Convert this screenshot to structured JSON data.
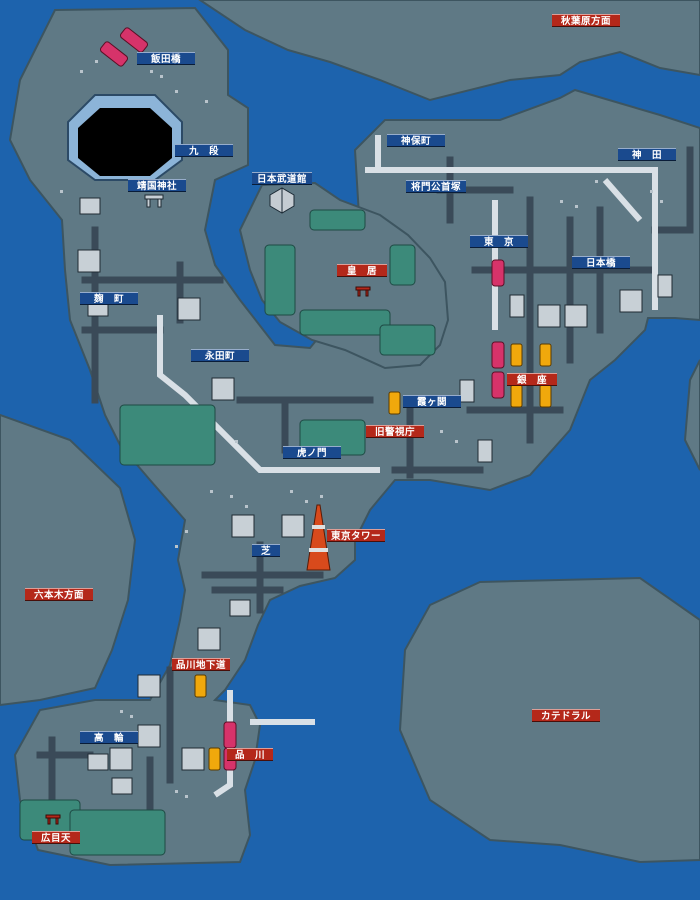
{
  "colors": {
    "water": "#1d63ad",
    "land": "#5f7985",
    "land_edge": "#3d5560",
    "label_blue": "#1a4a8e",
    "label_red": "#b4281a",
    "train": "#d6336a",
    "taxi": "#f0a80c"
  },
  "labels": {
    "akihabara": "秋葉原方面",
    "iidabashi": "飯田橋",
    "kudan": "九　段",
    "yasukuni": "靖国神社",
    "budokan": "日本武道館",
    "jimbocho": "神保町",
    "kanda": "神　田",
    "masakado": "将門公首塚",
    "tokyo": "東　京",
    "kokyo": "皇　居",
    "nihonbashi": "日本橋",
    "kojimachi": "麹　町",
    "nagatacho": "永田町",
    "ginza": "銀　座",
    "kasumigaseki": "霞ヶ関",
    "old_police": "旧警視庁",
    "toranomon": "虎ノ門",
    "tokyo_tower": "東京タワー",
    "shiba": "芝",
    "roppongi": "六本木方面",
    "shinagawa_subway": "品川地下道",
    "takanawa": "高　輪",
    "shinagawa": "品　川",
    "cathedral": "カテドラル",
    "kotenmokuten": "広目天"
  },
  "icons": {
    "dome": "octagonal-dome-icon",
    "budokan": "budokan-roof-icon",
    "tower": "tokyo-tower-icon",
    "gate": "torii-gate-icon",
    "shrine": "shrine-icon",
    "train": "train-car-icon",
    "taxi": "taxi-icon",
    "building": "building-icon",
    "tree": "tree-icon"
  }
}
